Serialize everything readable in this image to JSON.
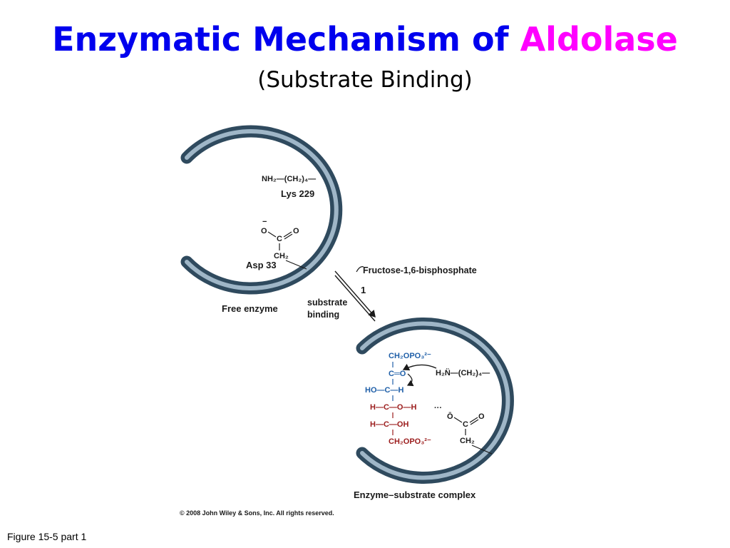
{
  "title": {
    "main": "Enzymatic Mechanism of ",
    "accent": "Aldolase"
  },
  "subtitle": "(Substrate Binding)",
  "figure_label": "Figure 15-5 part 1",
  "diagram": {
    "free_enzyme": {
      "label": "Free enzyme",
      "lys_group": "NH₂—(CH₂)₄—",
      "lys_label": "Lys 229",
      "asp_charge": "−",
      "asp_o1": "O",
      "asp_o2": "O",
      "asp_c": "C",
      "asp_ch2": "CH₂",
      "asp_label": "Asp 33"
    },
    "arrow": {
      "substrate": "Fructose-1,6-bisphosphate",
      "step": "1",
      "step_label_1": "substrate",
      "step_label_2": "binding"
    },
    "complex": {
      "label": "Enzyme–substrate complex",
      "ch2opo3_top": "CH₂OPO₃²⁻",
      "c_carbonyl": "C═O",
      "ho_c_h": "HO—C—H",
      "h_c_o_h": "H—C—O—H",
      "h_c_oh": "H—C—OH",
      "ch2opo3_bottom": "CH₂OPO₃²⁻",
      "lys_group": "H₂N̈—(CH₂)₄—",
      "asp_o_minus": "Ō",
      "asp_o": "O",
      "asp_c": "C",
      "asp_ch2": "CH₂"
    },
    "copyright": "© 2008 John Wiley & Sons, Inc. All rights reserved."
  },
  "colors": {
    "title": "#0000ee",
    "accent": "#ff00ff",
    "blue_chem": "#1f5fa8",
    "red_chem": "#9b1c1c",
    "enzyme_ring": "#5f7f96"
  }
}
